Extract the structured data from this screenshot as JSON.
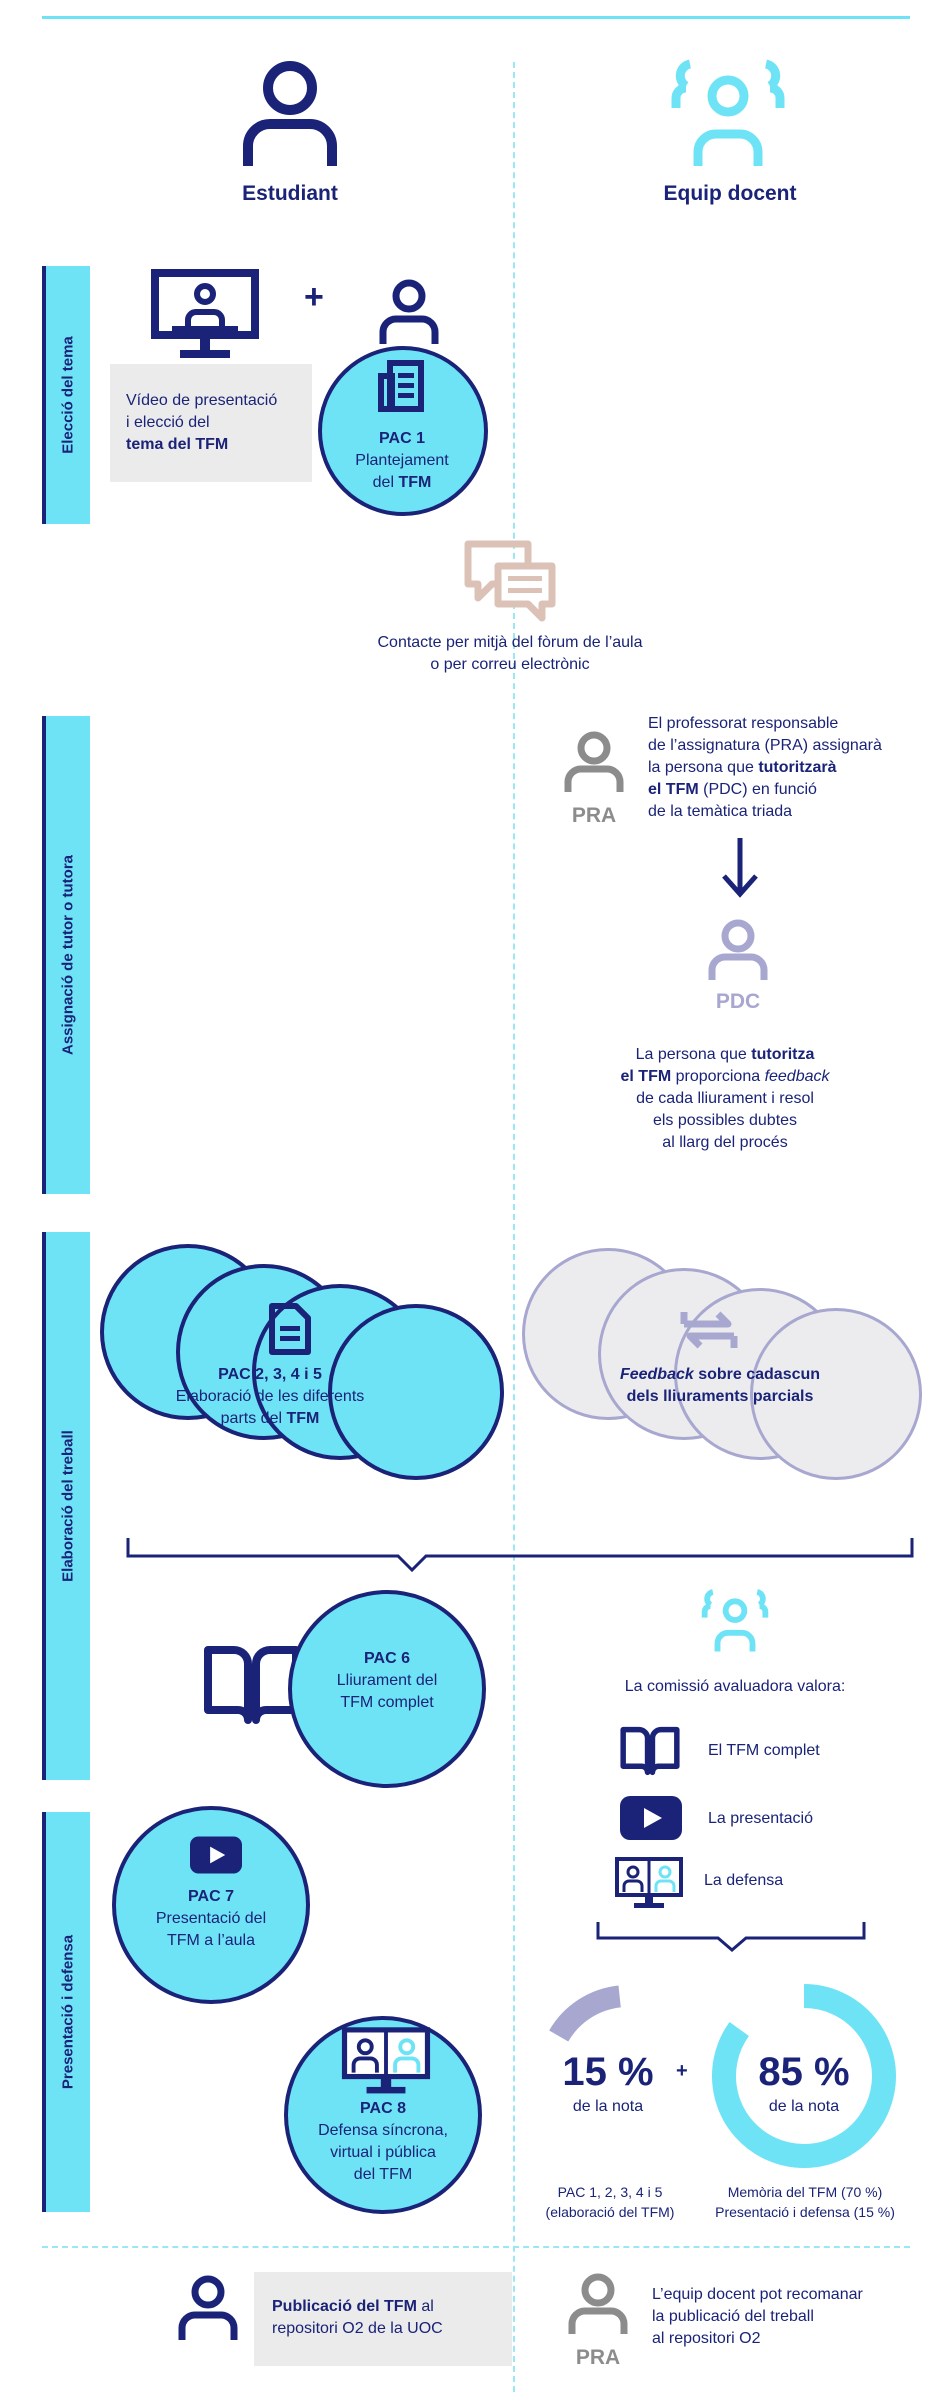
{
  "columns": {
    "left": "Estudiant",
    "right": "Equip docent"
  },
  "sections": {
    "s1": "Elecció del tema",
    "s2": "Assignació de tutor o tutora",
    "s3": "Elaboració del treball",
    "s4": "Presentació i defensa"
  },
  "plus": "+",
  "video": {
    "l1": "Vídeo de presentació",
    "l2": "i elecció del",
    "l3": "tema del TFM"
  },
  "pac1": {
    "title": "PAC 1",
    "l1": "Plantejament",
    "l2a": "del ",
    "l2b": "TFM"
  },
  "contact": {
    "l1": "Contacte per mitjà del fòrum de l’aula",
    "l2": "o per correu electrònic"
  },
  "pra_text": {
    "l1": "El professorat responsable",
    "l2": "de l’assignatura (PRA) assignarà",
    "l3a": "la persona que ",
    "l3b": "tutoritzarà",
    "l4a": "el TFM",
    "l4b": " (PDC) en funció",
    "l5": "de la temàtica triada"
  },
  "pra_label": "PRA",
  "pdc_label": "PDC",
  "pdc_text": {
    "l1a": "La persona que ",
    "l1b": "tutoritza",
    "l2a": "el TFM",
    "l2b": " proporciona ",
    "l2c": "feedback",
    "l3": "de cada lliurament i resol",
    "l4": "els possibles dubtes",
    "l5": "al llarg del procés"
  },
  "pac2": {
    "title": "PAC 2, 3, 4 i 5",
    "l1": "Elaboració de les diferents",
    "l2a": "parts del ",
    "l2b": "TFM"
  },
  "feedback": {
    "l1a": "Feedback",
    "l1b": " sobre cadascun",
    "l2": "dels lliuraments parcials"
  },
  "pac6": {
    "title": "PAC 6",
    "l1": "Lliurament del",
    "l2": "TFM complet"
  },
  "commission": {
    "title": "La comissió avaluadora valora:",
    "items": [
      "El TFM complet",
      "La presentació",
      "La defensa"
    ]
  },
  "pac7": {
    "title": "PAC 7",
    "l1": "Presentació del",
    "l2": "TFM a l’aula"
  },
  "pac8": {
    "title": "PAC 8",
    "l1": "Defensa síncrona,",
    "l2": "virtual i pública",
    "l3": "del TFM"
  },
  "grade": {
    "p15": "15 %",
    "p15_sub": "de la nota",
    "p15_value": 15,
    "plus": "+",
    "p85": "85 %",
    "p85_sub": "de la nota",
    "p85_value": 85,
    "note15_l1": "PAC 1, 2, 3, 4 i 5",
    "note15_l2": "(elaboració del TFM)",
    "note85_l1": "Memòria del TFM (70 %)",
    "note85_l2": "Presentació i defensa (15 %)"
  },
  "publication": {
    "l1a": "Publicació del TFM",
    "l1b": " al",
    "l2": "repositori O2 de la UOC"
  },
  "publication_right": {
    "l1": "L’equip docent pot recomanar",
    "l2": "la publicació del treball",
    "l3": "al repositori O2"
  },
  "colors": {
    "navy": "#1a2378",
    "cyan": "#6fe3f6",
    "lavender": "#a7a7d0",
    "gray": "#8c8c8c",
    "peach": "#dcc2b6"
  }
}
